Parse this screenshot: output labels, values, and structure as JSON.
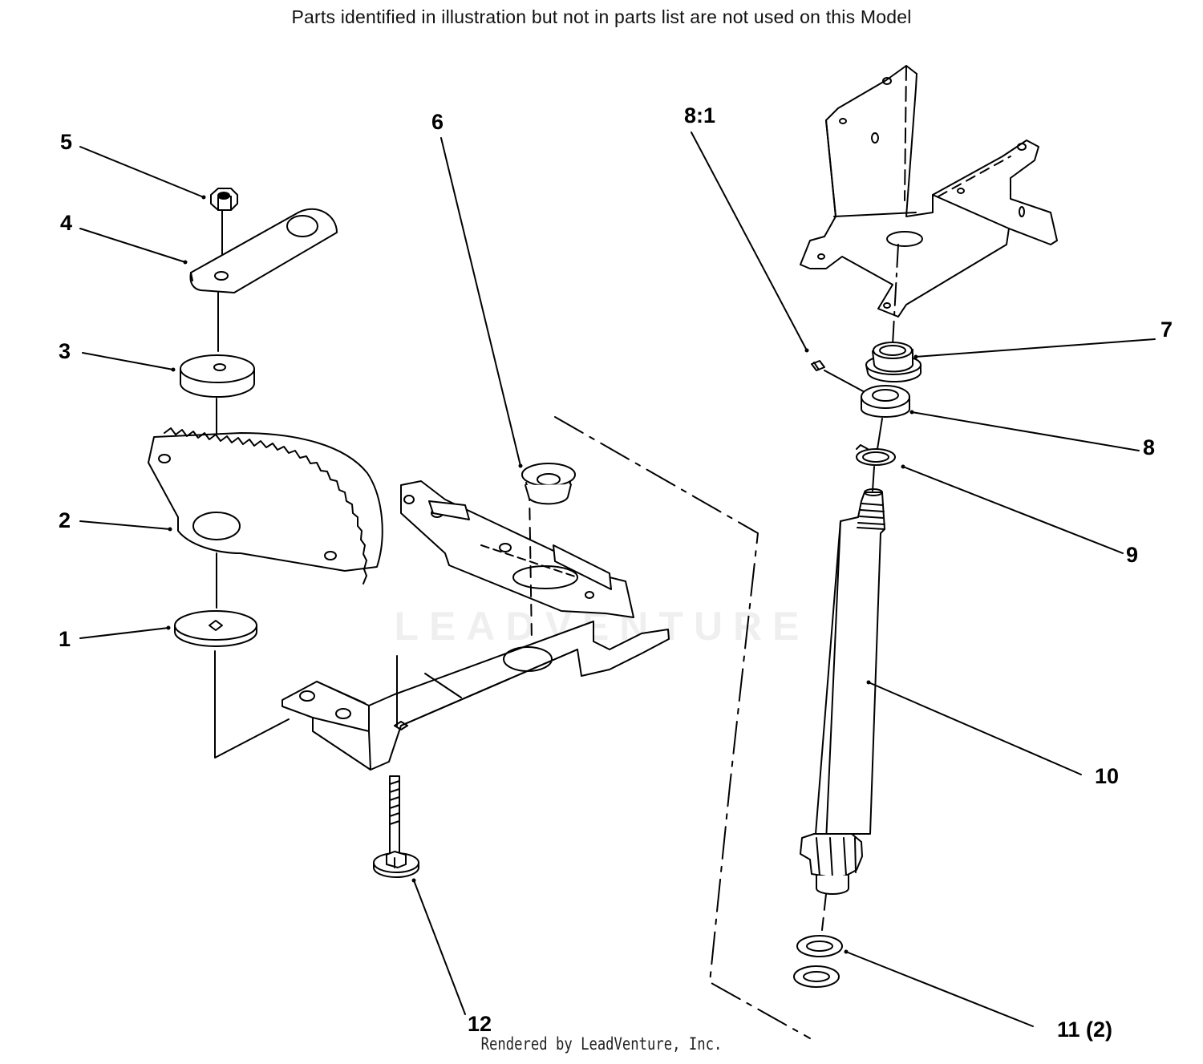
{
  "header_note": "Parts identified in illustration but not in parts list are not used on this Model",
  "footer_credit": "Rendered by LeadVenture, Inc.",
  "watermark_text": "LEADVENTURE",
  "callouts": {
    "c1": "1",
    "c2": "2",
    "c3": "3",
    "c4": "4",
    "c5": "5",
    "c6": "6",
    "c7": "7",
    "c8": "8",
    "c8_1": "8:1",
    "c9": "9",
    "c10": "10",
    "c11": "11 (2)",
    "c12": "12"
  },
  "colors": {
    "line": "#000000",
    "paper": "#ffffff"
  }
}
